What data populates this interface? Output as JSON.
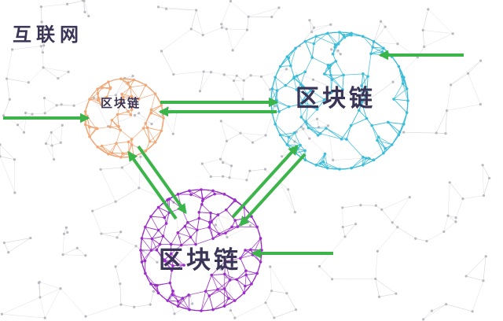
{
  "page_title": "互联网",
  "nodes": {
    "small": {
      "label": "区块链",
      "color": "#f0a878"
    },
    "cyan": {
      "label": "区块链",
      "color": "#3bbcd8"
    },
    "purple": {
      "label": "区块链",
      "color": "#9a2cc8"
    }
  },
  "colors": {
    "arrow": "#3bb54a",
    "background_dots": "#c9c9cf",
    "text": "#3a3556"
  }
}
